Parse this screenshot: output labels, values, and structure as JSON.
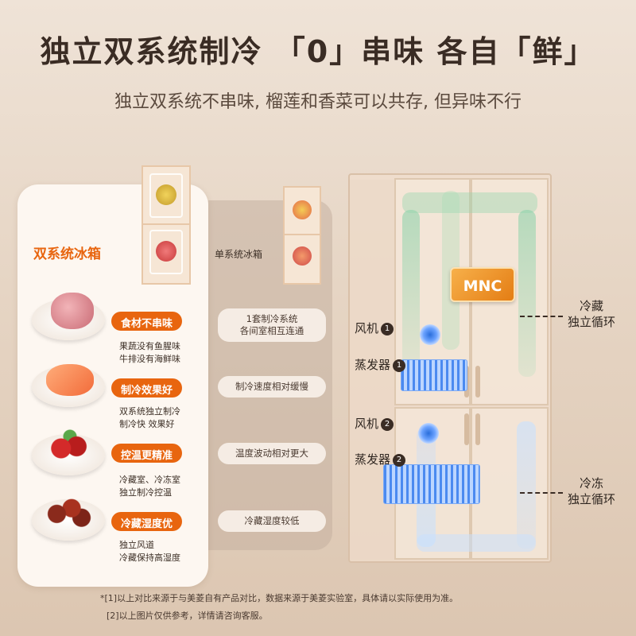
{
  "headline": "独立双系统制冷 「0」串味 各自「鲜」",
  "subline": "独立双系统不串味, 榴莲和香菜可以共存, 但异味不行",
  "comparison": {
    "dual_title": "双系统冰箱",
    "single_title": "单系统冰箱",
    "features": [
      {
        "pill": "食材不串味",
        "desc1": "果蔬没有鱼腥味",
        "desc2": "牛排没有海鲜味",
        "single1": "1套制冷系统",
        "single2": "各间室相互连通"
      },
      {
        "pill": "制冷效果好",
        "desc1": "双系统独立制冷",
        "desc2": "制冷快 效果好",
        "single1": "制冷速度相对缓慢",
        "single2": ""
      },
      {
        "pill": "控温更精准",
        "desc1": "冷藏室、冷冻室",
        "desc2": "独立制冷控温",
        "single1": "温度波动相对更大",
        "single2": ""
      },
      {
        "pill": "冷藏湿度优",
        "desc1": "独立风道",
        "desc2": "冷藏保持高湿度",
        "single1": "冷藏湿度较低",
        "single2": ""
      }
    ]
  },
  "fridge": {
    "badge": "MNC",
    "fan_label": "风机",
    "evap_label": "蒸发器",
    "num1": "1",
    "num2": "2",
    "fridge_note1": "冷藏",
    "fridge_note2": "独立循环",
    "freezer_note1": "冷冻",
    "freezer_note2": "独立循环"
  },
  "footnotes": {
    "line1": "*[1]以上对比来源于与美菱自有产品对比，数据来源于美菱实验室，具体请以实际使用为准。",
    "line2": "[2]以上图片仅供参考，详情请咨询客服。"
  }
}
